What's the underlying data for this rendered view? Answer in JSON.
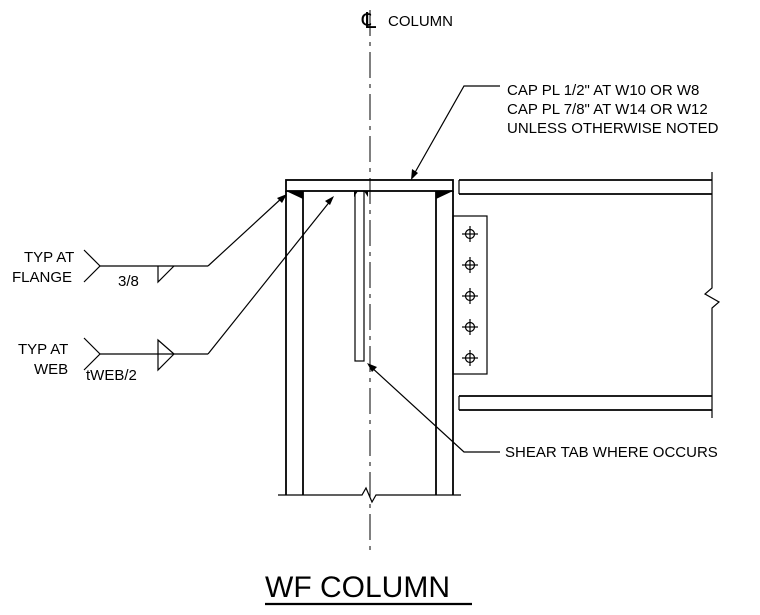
{
  "title": "WF COLUMN",
  "centerline": {
    "symbol": "℄",
    "label": "COLUMN"
  },
  "cap_plate_note": [
    "CAP PL 1/2\" AT W10 OR W8",
    "CAP PL 7/8\" AT W14 OR W12",
    "UNLESS OTHERWISE NOTED"
  ],
  "weld_flange": {
    "line1": "TYP AT",
    "line2": "FLANGE",
    "size": "3/8"
  },
  "weld_web": {
    "line1": "TYP AT",
    "line2": "WEB",
    "size": "tWEB/2"
  },
  "shear_tab_note": "SHEAR TAB WHERE OCCURS"
}
